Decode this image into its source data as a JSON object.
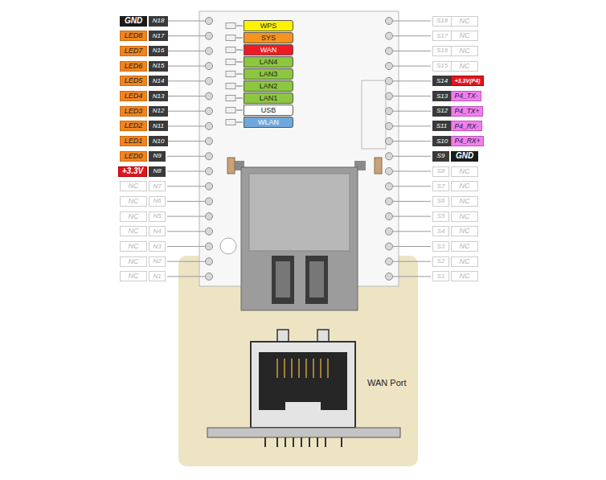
{
  "diagram": {
    "labels": [
      "GND",
      "N18",
      "LED8",
      "N17",
      "LED7",
      "N16",
      "LED6",
      "N15",
      "LED5",
      "N14",
      "LED4",
      "N13",
      "LED3",
      "N12",
      "LED2",
      "N11",
      "LED1",
      "N10",
      "LED0",
      "N9",
      "+3.3V",
      "N8",
      "NC",
      "N7",
      "NC",
      "N6",
      "NC",
      "N5",
      "NC",
      "N4",
      "NC",
      "N3",
      "NC",
      "N2",
      "NC",
      "N1",
      "S18",
      "NC",
      "S17",
      "NC",
      "S16",
      "NC",
      "S15",
      "NC",
      "S14",
      "+3.3V(P4)",
      "S13",
      "P4_TX-",
      "S12",
      "P4_TX+",
      "S11",
      "P4_RX-",
      "S10",
      "P4_RX+",
      "S9",
      "GND",
      "S8",
      "NC",
      "S7",
      "NC",
      "S6",
      "NC",
      "S5",
      "NC",
      "S4",
      "NC",
      "S3",
      "NC",
      "S2",
      "NC",
      "S1",
      "NC",
      "WAN Port"
    ],
    "legend": [
      {
        "text": "WPS",
        "color": "#fff200"
      },
      {
        "text": "SYS",
        "color": "#f7941d"
      },
      {
        "text": "WAN",
        "color": "#ed1c24"
      },
      {
        "text": "LAN4",
        "color": "#8dc63f"
      },
      {
        "text": "LAN3",
        "color": "#8dc63f"
      },
      {
        "text": "LAN2",
        "color": "#8dc63f"
      },
      {
        "text": "LAN1",
        "color": "#8dc63f"
      },
      {
        "text": "USB",
        "color": "#ffffff"
      },
      {
        "text": "WLAN",
        "color": "#6fa8dc"
      }
    ]
  }
}
